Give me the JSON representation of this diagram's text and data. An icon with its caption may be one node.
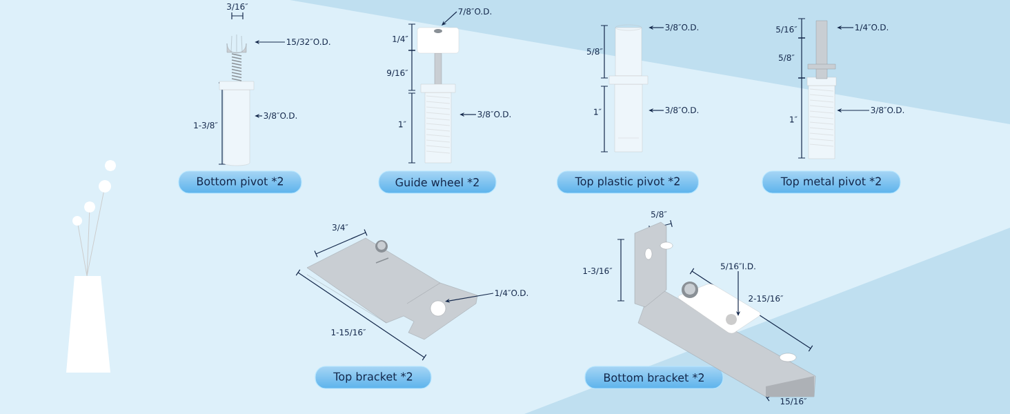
{
  "diagram": {
    "nodes": [
      {
        "text": [
          "Bottom pivot *2"
        ]
      },
      {
        "text": [
          "Guide wheel *2"
        ]
      },
      {
        "text": [
          "Top plastic pivot *2"
        ]
      },
      {
        "text": [
          "Top metal pivot *2"
        ]
      },
      {
        "text": [
          "Top bracket *2"
        ]
      },
      {
        "text": [
          "Bottom bracket *2"
        ]
      },
      {
        "text": [],
        "shape": "picture"
      },
      {
        "text": [],
        "shape": "picture"
      },
      {
        "text": [],
        "shape": "picture"
      },
      {
        "text": [],
        "shape": "picture"
      },
      {
        "text": [],
        "shape": "picture"
      },
      {
        "text": [],
        "shape": "picture"
      },
      {
        "text": [
          "15/32″O.D."
        ]
      },
      {
        "text": [
          "3/8″O.D."
        ]
      },
      {
        "text": [
          "7/8″O.D."
        ]
      },
      {
        "text": [
          "3/8″O.D."
        ]
      },
      {
        "text": [
          "3/8″O.D."
        ]
      },
      {
        "text": [
          "3/8″O.D."
        ]
      },
      {
        "text": [
          "1/4″O.D."
        ]
      },
      {
        "text": [
          "3/8″O.D."
        ]
      },
      {
        "text": [
          "1/4″O.D."
        ]
      },
      {
        "text": [
          "5/16″I.D."
        ]
      }
    ],
    "edges": [
      {
        "from": 12,
        "to": 6,
        "arrow": "to"
      },
      {
        "from": 13,
        "to": 6,
        "arrow": "to"
      },
      {
        "from": 14,
        "to": 7,
        "arrow": "to"
      },
      {
        "from": 15,
        "to": 7,
        "arrow": "to"
      },
      {
        "from": 16,
        "to": 8,
        "arrow": "to"
      },
      {
        "from": 17,
        "to": 8,
        "arrow": "to"
      },
      {
        "from": 18,
        "to": 9,
        "arrow": "to"
      },
      {
        "from": 19,
        "to": 9,
        "arrow": "to"
      },
      {
        "from": 20,
        "to": 10,
        "arrow": "to"
      },
      {
        "from": 21,
        "to": 11,
        "arrow": "to"
      }
    ],
    "labels": [
      "3/16″",
      "1-3/8″",
      "1/4″",
      "9/16″",
      "1″",
      "5/8″",
      "1″",
      "5/16″",
      "5/8″",
      "1″",
      "3/4″",
      "1-15/16″",
      "5/8″",
      "1-3/16″",
      "2-15/16″",
      "15/16″"
    ]
  }
}
